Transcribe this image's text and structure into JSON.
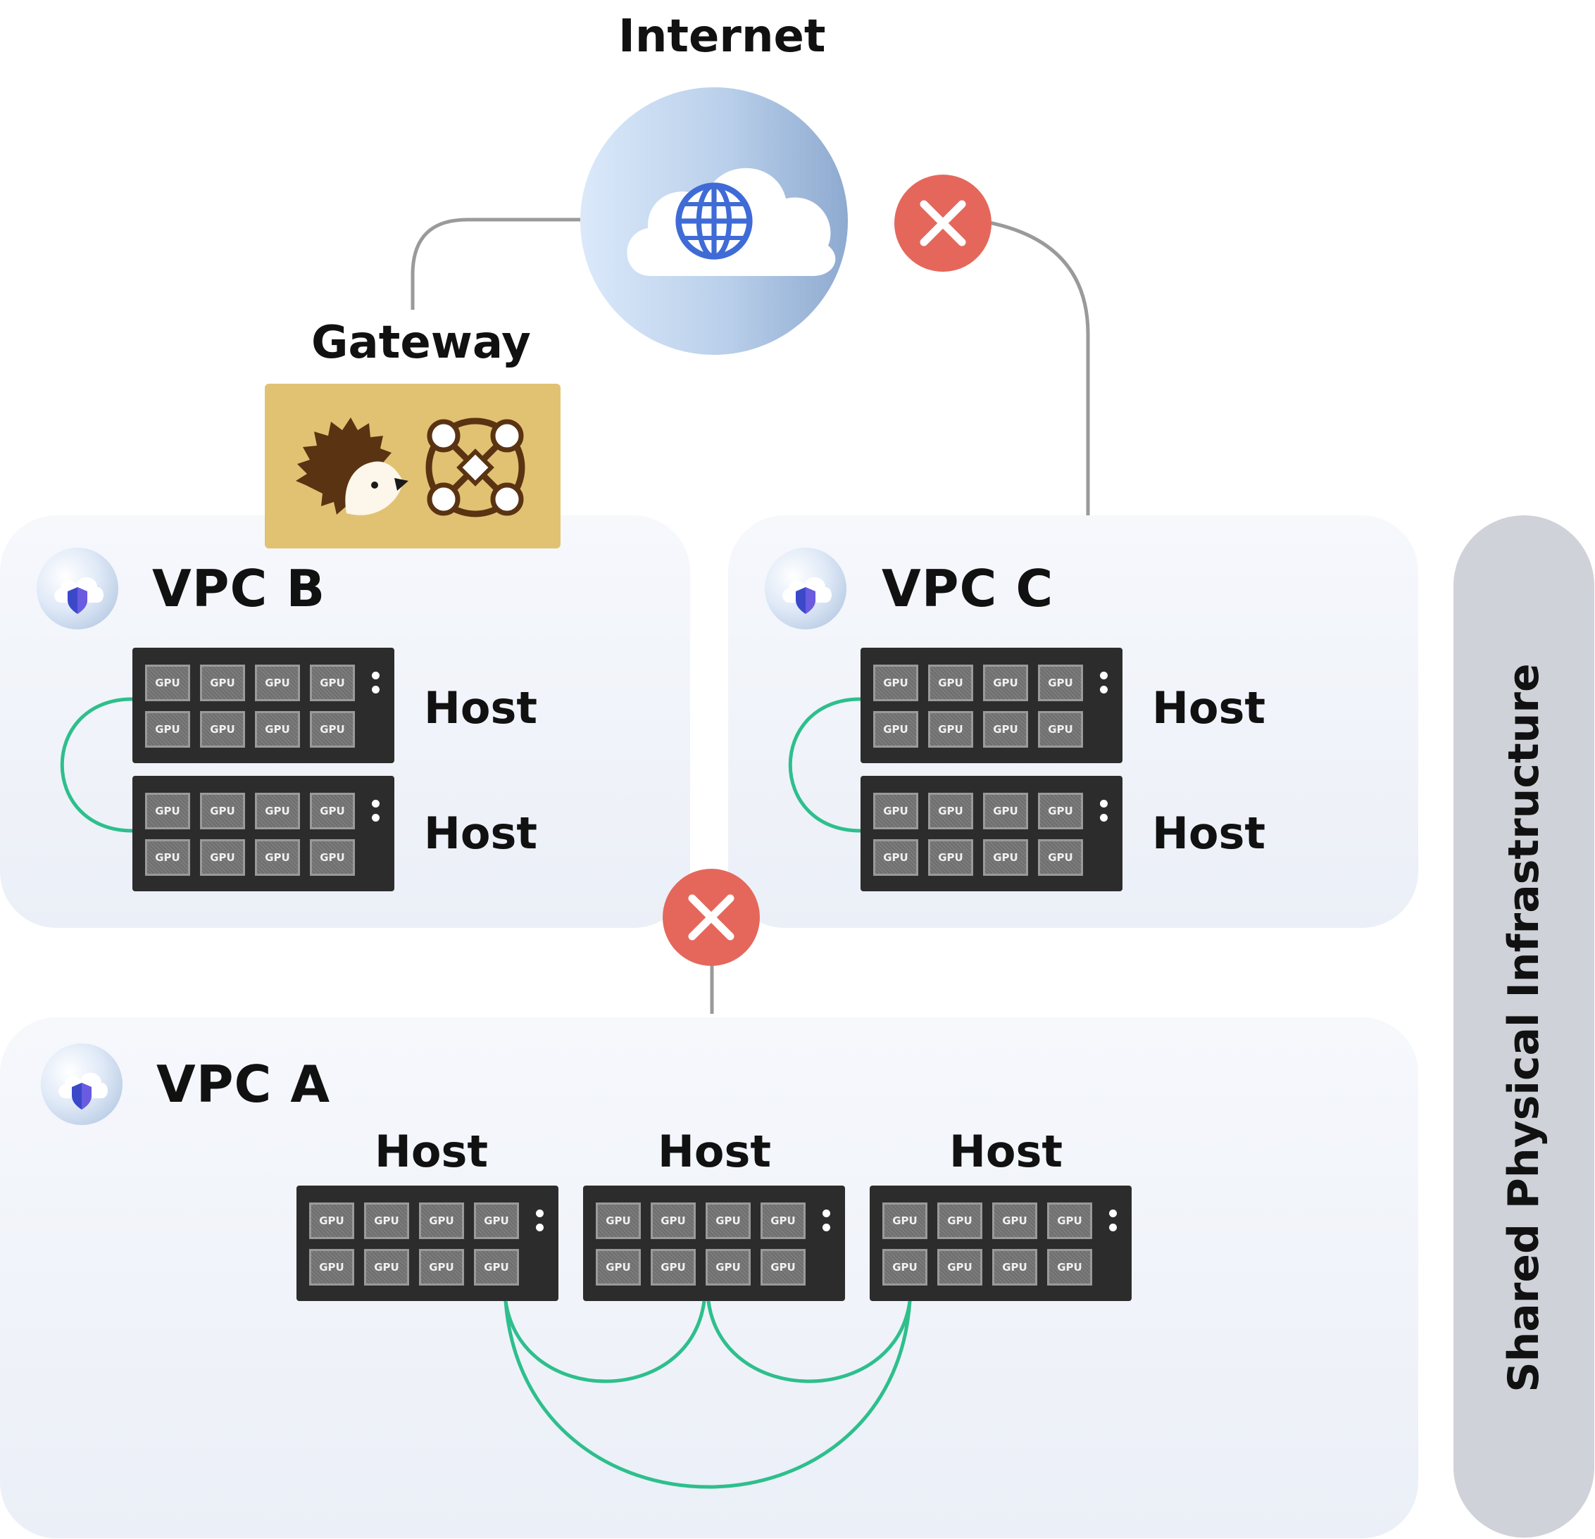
{
  "internet": {
    "label": "Internet"
  },
  "gateway": {
    "label": "Gateway"
  },
  "vpcs": {
    "b": {
      "title": "VPC B",
      "hosts": [
        "Host",
        "Host"
      ]
    },
    "c": {
      "title": "VPC C",
      "hosts": [
        "Host",
        "Host"
      ]
    },
    "a": {
      "title": "VPC A",
      "hosts": [
        "Host",
        "Host",
        "Host"
      ]
    }
  },
  "server": {
    "chip_label": "GPU"
  },
  "infrastructure": {
    "label": "Shared Physical Infrastructure"
  },
  "icons": {
    "internet": "globe-icon",
    "gateway": [
      "hedgehog-logo-icon",
      "network-mesh-icon"
    ],
    "vpc": "cloud-shield-icon",
    "blocked": "close-icon"
  },
  "colors": {
    "link": "#2dbf8c",
    "connector": "#9a9a9a",
    "blocked": "#e5675c",
    "gateway_bg": "#e1c273",
    "infrastructure_bg": "#cfd2d8",
    "server_bg": "#2c2c2c"
  }
}
